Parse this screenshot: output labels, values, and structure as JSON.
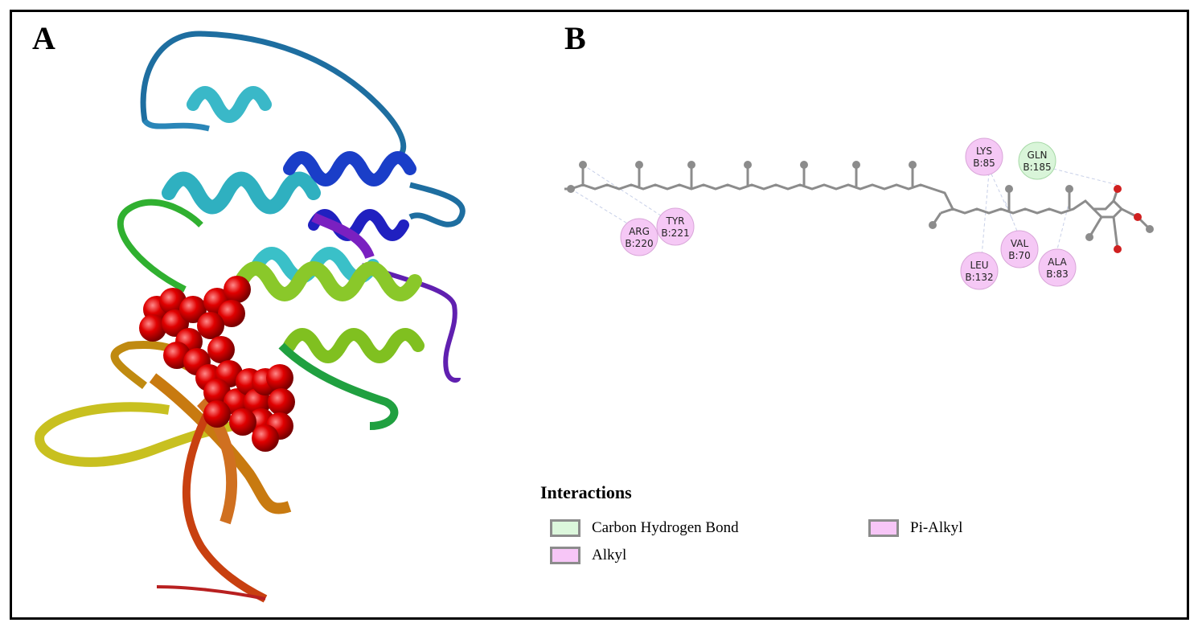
{
  "panels": {
    "a_label": "A",
    "b_label": "B"
  },
  "residues": [
    {
      "name": "ARG",
      "id": "B:220",
      "type": "alkyl"
    },
    {
      "name": "TYR",
      "id": "B:221",
      "type": "alkyl"
    },
    {
      "name": "LYS",
      "id": "B:85",
      "type": "alkyl"
    },
    {
      "name": "GLN",
      "id": "B:185",
      "type": "carbon_h_bond"
    },
    {
      "name": "LEU",
      "id": "B:132",
      "type": "alkyl"
    },
    {
      "name": "VAL",
      "id": "B:70",
      "type": "alkyl"
    },
    {
      "name": "ALA",
      "id": "B:83",
      "type": "alkyl"
    }
  ],
  "legend": {
    "title": "Interactions",
    "items": [
      {
        "label": "Carbon Hydrogen Bond",
        "color": "#dcf7dc"
      },
      {
        "label": "Pi-Alkyl",
        "color": "#f7c6f7"
      },
      {
        "label": "Alkyl",
        "color": "#f7c6f7"
      }
    ]
  },
  "colors": {
    "alkyl": "#f5c8f5",
    "carbon_h_bond": "#d9f5d9",
    "atom_carbon": "#8c8c8c",
    "atom_oxygen": "#d02020",
    "ligand_sphere": "#e00000"
  }
}
